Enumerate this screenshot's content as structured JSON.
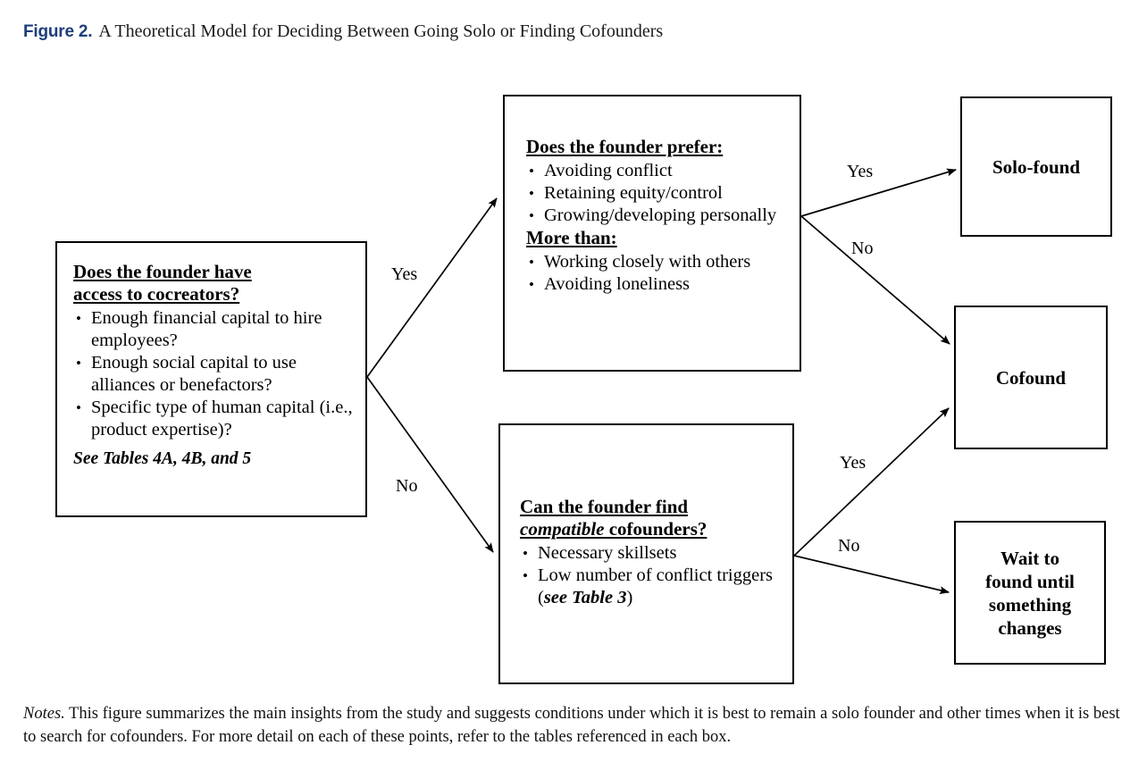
{
  "figure": {
    "label": "Figure 2.",
    "caption": "A Theoretical Model for Deciding Between Going Solo or Finding Cofounders",
    "label_color": "#1F3D7A"
  },
  "nodes": {
    "access": {
      "heading_line1": "Does the founder have",
      "heading_line2": "access to cocreators?",
      "bullets": [
        "Enough financial capital to hire employees?",
        "Enough social capital to use alliances or benefactors?",
        "Specific type of human capital (i.e., product expertise)?"
      ],
      "note": "See Tables 4A, 4B, and 5"
    },
    "prefer": {
      "heading1": "Does the founder prefer:",
      "bullets1": [
        "Avoiding conflict",
        "Retaining equity/control",
        "Growing/developing personally"
      ],
      "heading2": "More than:",
      "bullets2": [
        "Working closely with others",
        "Avoiding loneliness"
      ]
    },
    "compatible": {
      "heading_line1": "Can the founder find",
      "heading_line2_em": "compatible",
      "heading_line2_rest": " cofounders?",
      "bullets": [
        "Necessary skillsets"
      ],
      "bullet2_pre": "Low number of conflict triggers (",
      "bullet2_em": "see Table 3",
      "bullet2_post": ")"
    },
    "solo_found": {
      "label": "Solo-found"
    },
    "cofound": {
      "label": "Cofound"
    },
    "wait": {
      "label": "Wait to found until something changes"
    }
  },
  "edges": {
    "access_yes": "Yes",
    "access_no": "No",
    "prefer_yes": "Yes",
    "prefer_no": "No",
    "compatible_yes": "Yes",
    "compatible_no": "No"
  },
  "notes": {
    "label": "Notes.",
    "text": " This figure summarizes the main insights from the study and suggests conditions under which it is best to remain a solo founder and other times when it is best to search for cofounders. For more detail on each of these points, refer to the tables referenced in each box."
  }
}
